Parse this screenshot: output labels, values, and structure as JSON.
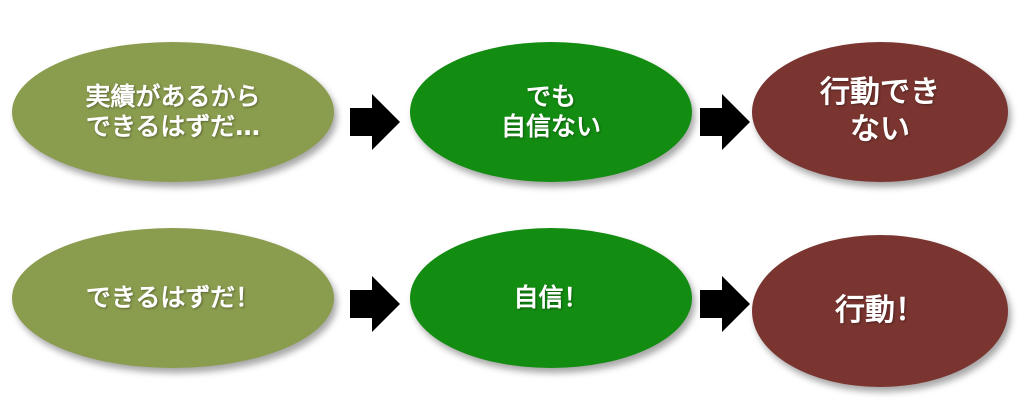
{
  "diagram": {
    "rows": [
      {
        "steps": [
          {
            "text": "実績があるから\nできるはずだ…"
          },
          {
            "text": "でも\n自信ない"
          },
          {
            "text": "行動でき\nない"
          }
        ]
      },
      {
        "steps": [
          {
            "text": "できるはずだ！"
          },
          {
            "text": "自信！"
          },
          {
            "text": "行動！"
          }
        ]
      }
    ]
  },
  "colors": {
    "olive": "#8a9c4e",
    "green": "#138c12",
    "maroon": "#7a3530",
    "arrow": "#000000"
  },
  "icons": {
    "arrow": "right-arrow-icon"
  }
}
